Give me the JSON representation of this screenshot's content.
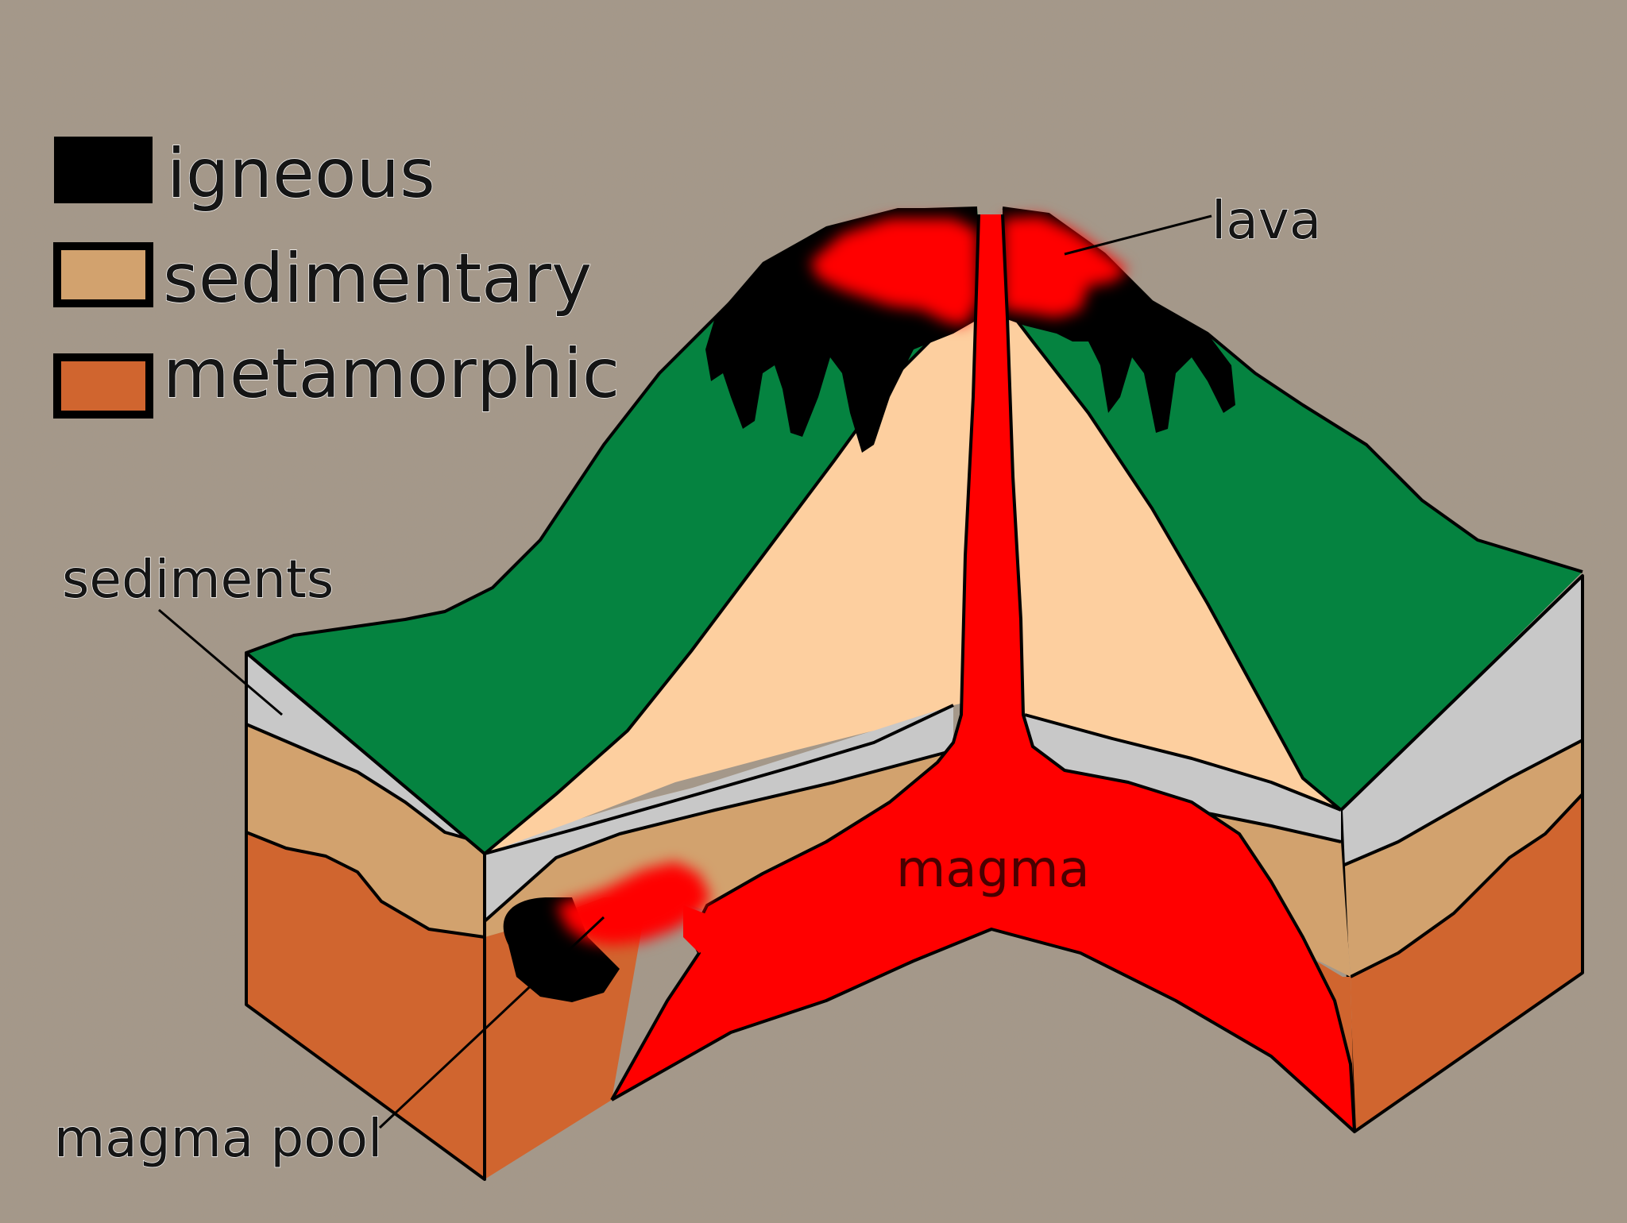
{
  "legend": {
    "items": [
      {
        "label": "igneous",
        "color": "#000000"
      },
      {
        "label": "sedimentary",
        "color": "#d2a26e"
      },
      {
        "label": "metamorphic",
        "color": "#d0652f"
      }
    ]
  },
  "labels": {
    "lava": "lava",
    "sediments": "sediments",
    "magma": "magma",
    "magma_pool": "magma pool"
  },
  "colors": {
    "background": "#a69888",
    "vegetation": "#058340",
    "sediment_layer": "#c8c8c8",
    "sedimentary": "#d2a26e",
    "metamorphic": "#d0652f",
    "cone_interior": "#fdcf9f",
    "magma": "#ff0000",
    "igneous": "#000000"
  }
}
